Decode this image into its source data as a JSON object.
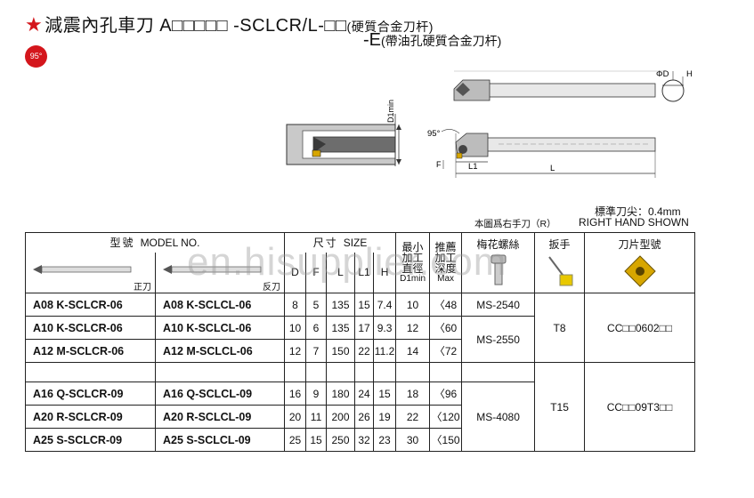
{
  "header": {
    "star": "★",
    "title_main": "減震內孔車刀 A□□□□□ -SCLCR/L-□□",
    "title_main_sub": "(硬質合金刀杆)",
    "title_second": "-E",
    "title_second_sub": "(帶油孔硬質合金刀杆)",
    "angle_badge": "95°"
  },
  "drawing": {
    "d1min": "D1min",
    "phi_d": "ΦD",
    "h": "H",
    "angle": "95°",
    "f": "F",
    "l1": "L1",
    "l": "L"
  },
  "notes": {
    "standard_tip": "標準刀尖：0.4mm",
    "hand_cn": "本圖爲右手刀（R）",
    "hand_en": "RIGHT HAND SHOWN"
  },
  "watermark": "en.hisupplier.com",
  "table": {
    "header": {
      "model_cn": "型號",
      "model_en": "MODEL NO.",
      "size_cn": "尺寸",
      "size_en": "SIZE",
      "min_bore": "最小加工直徑",
      "rec_depth": "推薦加工深度",
      "screw": "梅花螺絲",
      "wrench": "扳手",
      "insert": "刀片型號",
      "right_label": "正刀",
      "left_label": "反刀",
      "d": "D",
      "f": "F",
      "l": "L",
      "l1": "L1",
      "h": "H",
      "d1min": "D1min",
      "max": "Max"
    },
    "rows": [
      {
        "r": "A08 K-SCLCR-06",
        "l": "A08 K-SCLCL-06",
        "d": "8",
        "f": "5",
        "len": "135",
        "l1": "15",
        "h": "7.4",
        "d1": "10",
        "max": "〈48"
      },
      {
        "r": "A10 K-SCLCR-06",
        "l": "A10 K-SCLCL-06",
        "d": "10",
        "f": "6",
        "len": "135",
        "l1": "17",
        "h": "9.3",
        "d1": "12",
        "max": "〈60"
      },
      {
        "r": "A12 M-SCLCR-06",
        "l": "A12 M-SCLCL-06",
        "d": "12",
        "f": "7",
        "len": "150",
        "l1": "22",
        "h": "11.2",
        "d1": "14",
        "max": "〈72"
      },
      {
        "r": "A16 Q-SCLCR-09",
        "l": "A16 Q-SCLCL-09",
        "d": "16",
        "f": "9",
        "len": "180",
        "l1": "24",
        "h": "15",
        "d1": "18",
        "max": "〈96"
      },
      {
        "r": "A20 R-SCLCR-09",
        "l": "A20 R-SCLCL-09",
        "d": "20",
        "f": "11",
        "len": "200",
        "l1": "26",
        "h": "19",
        "d1": "22",
        "max": "〈120"
      },
      {
        "r": "A25 S-SCLCR-09",
        "l": "A25 S-SCLCL-09",
        "d": "25",
        "f": "15",
        "len": "250",
        "l1": "32",
        "h": "23",
        "d1": "30",
        "max": "〈150"
      }
    ],
    "screws": {
      "a": "MS-2540",
      "b": "MS-2550",
      "c": "MS-4080"
    },
    "wrenches": {
      "a": "T8",
      "b": "T15"
    },
    "inserts": {
      "a": "CC□□0602□□",
      "b": "CC□□09T3□□"
    }
  }
}
